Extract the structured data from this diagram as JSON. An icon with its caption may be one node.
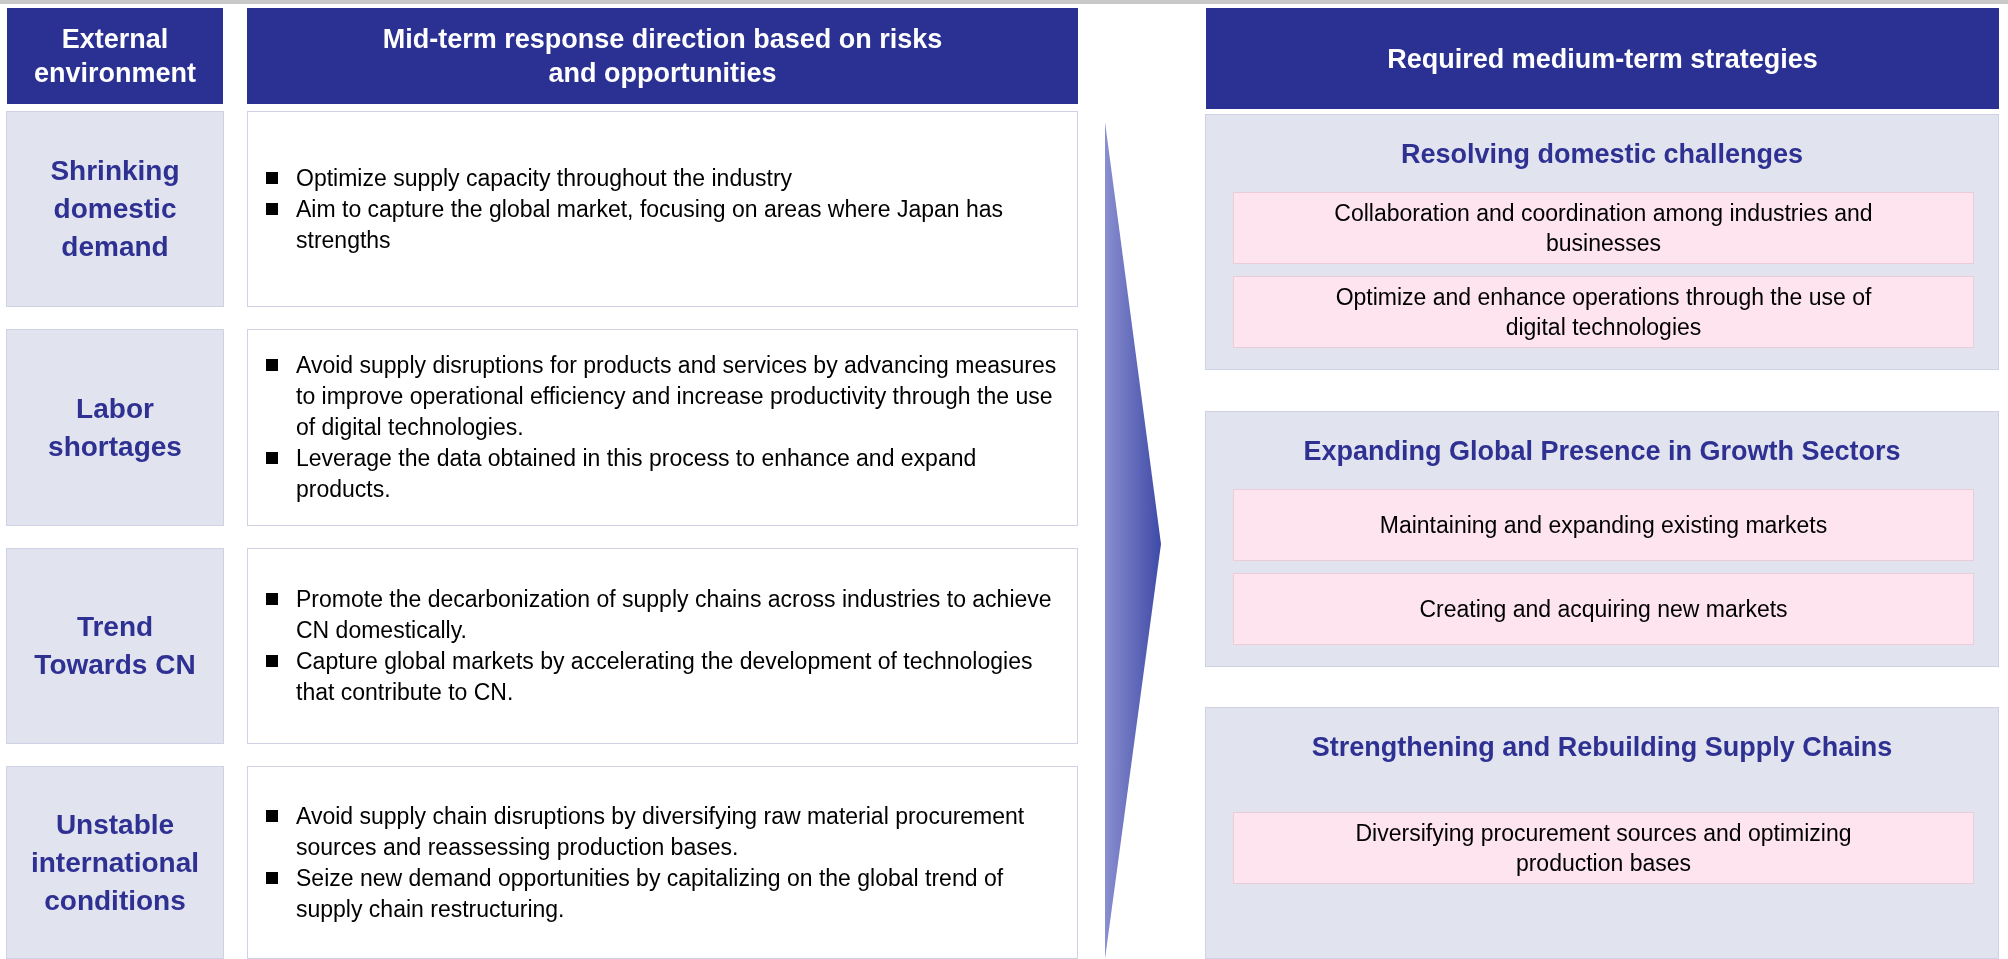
{
  "diagram": {
    "nodes": [
      {
        "text": [
          "External environment"
        ]
      },
      {
        "text": [
          "Mid-term response direction based on risks and opportunities"
        ]
      },
      {
        "text": [
          "Required medium-term strategies"
        ]
      },
      {
        "text": [
          "Shrinking domestic demand"
        ]
      },
      {
        "text": [
          "Optimize supply capacity throughout the industry",
          "Aim to capture the global market, focusing on areas where Japan has strengths"
        ]
      },
      {
        "text": [
          "Labor shortages"
        ]
      },
      {
        "text": [
          "Avoid supply disruptions for products and services by advancing measures to improve operational efficiency and increase productivity through the use of digital technologies.",
          "Leverage the data obtained in this process to enhance and expand products."
        ]
      },
      {
        "text": [
          "Trend Towards CN"
        ]
      },
      {
        "text": [
          "Promote the decarbonization of supply chains across industries to achieve CN domestically.",
          "Capture global markets by accelerating the development of technologies that contribute to CN."
        ]
      },
      {
        "text": [
          "Unstable international conditions"
        ]
      },
      {
        "text": [
          "Avoid supply chain disruptions by diversifying raw material procurement sources and reassessing production bases.",
          "Seize new demand opportunities by capitalizing on the global trend of supply chain restructuring."
        ]
      },
      {
        "text": [
          "Resolving domestic challenges"
        ]
      },
      {
        "text": [
          "Collaboration and coordination among industries and businesses"
        ],
        "in": 11
      },
      {
        "text": [
          "Optimize and enhance operations through the use of digital technologies"
        ],
        "in": 11
      },
      {
        "text": [
          "Expanding Global Presence in Growth Sectors"
        ]
      },
      {
        "text": [
          "Maintaining and expanding existing markets"
        ],
        "in": 14
      },
      {
        "text": [
          "Creating and acquiring new markets"
        ],
        "in": 14
      },
      {
        "text": [
          "Strengthening and Rebuilding Supply Chains"
        ]
      },
      {
        "text": [
          "Diversifying procurement sources and optimizing production bases"
        ],
        "in": 17
      }
    ]
  }
}
